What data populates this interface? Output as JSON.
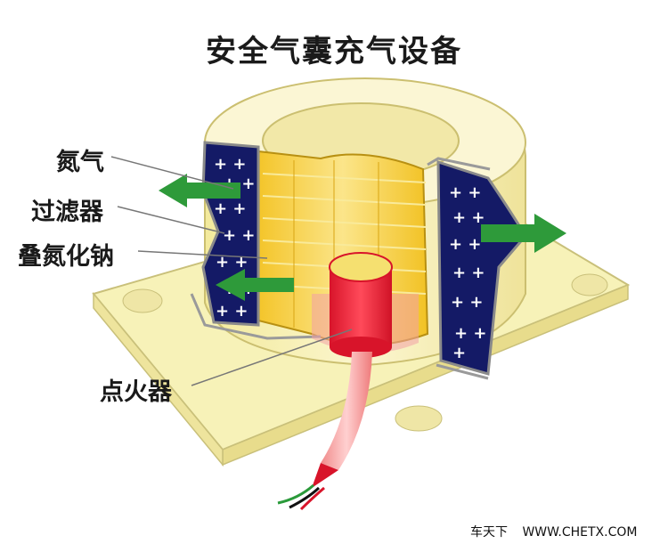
{
  "title": "安全气囊充气设备",
  "labels": {
    "nitrogen": "氮气",
    "filter": "过滤器",
    "sodium_azide": "叠氮化钠",
    "igniter": "点火器"
  },
  "credit": {
    "site_name": "车天下",
    "url": "WWW.CHETX.COM"
  },
  "colors": {
    "base_plate": "#f7f2b8",
    "ring_body": "#f5eeaf",
    "chamber_yellow": "#f6d23a",
    "chamber_dark_navy": "#141a66",
    "igniter_red": "#ee2233",
    "arrow_green": "#2e9a3a"
  },
  "icons": {
    "gas_flow": "arrow-icon",
    "wires": "wire-icon"
  }
}
